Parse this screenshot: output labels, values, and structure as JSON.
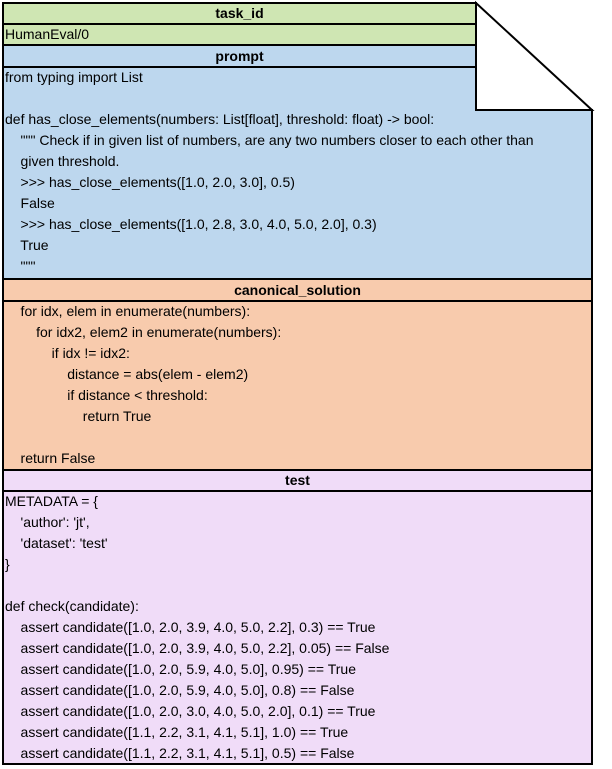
{
  "colors": {
    "task_id_fill": "#cfe6b3",
    "prompt_fill": "#bdd7ee",
    "solution_fill": "#f8cbad",
    "test_fill": "#f0dcf8",
    "border": "#000000"
  },
  "sections": [
    {
      "key": "task_id",
      "header": "task_id",
      "lines": [
        "HumanEval/0"
      ]
    },
    {
      "key": "prompt",
      "header": "prompt",
      "lines": [
        "from typing import List",
        "",
        "def has_close_elements(numbers: List[float], threshold: float) -> bool:",
        "    \"\"\" Check if in given list of numbers, are any two numbers closer to each other than",
        "    given threshold.",
        "    >>> has_close_elements([1.0, 2.0, 3.0], 0.5)",
        "    False",
        "    >>> has_close_elements([1.0, 2.8, 3.0, 4.0, 5.0, 2.0], 0.3)",
        "    True",
        "    \"\"\""
      ]
    },
    {
      "key": "canonical_solution",
      "header": "canonical_solution",
      "lines": [
        "    for idx, elem in enumerate(numbers):",
        "        for idx2, elem2 in enumerate(numbers):",
        "            if idx != idx2:",
        "                distance = abs(elem - elem2)",
        "                if distance < threshold:",
        "                    return True",
        "",
        "    return False"
      ]
    },
    {
      "key": "test",
      "header": "test",
      "lines": [
        "METADATA = {",
        "    'author': 'jt',",
        "    'dataset': 'test'",
        "}",
        "",
        "def check(candidate):",
        "    assert candidate([1.0, 2.0, 3.9, 4.0, 5.0, 2.2], 0.3) == True",
        "    assert candidate([1.0, 2.0, 3.9, 4.0, 5.0, 2.2], 0.05) == False",
        "    assert candidate([1.0, 2.0, 5.9, 4.0, 5.0], 0.95) == True",
        "    assert candidate([1.0, 2.0, 5.9, 4.0, 5.0], 0.8) == False",
        "    assert candidate([1.0, 2.0, 3.0, 4.0, 5.0, 2.0], 0.1) == True",
        "    assert candidate([1.1, 2.2, 3.1, 4.1, 5.1], 1.0) == True",
        "    assert candidate([1.1, 2.2, 3.1, 4.1, 5.1], 0.5) == False"
      ]
    }
  ]
}
